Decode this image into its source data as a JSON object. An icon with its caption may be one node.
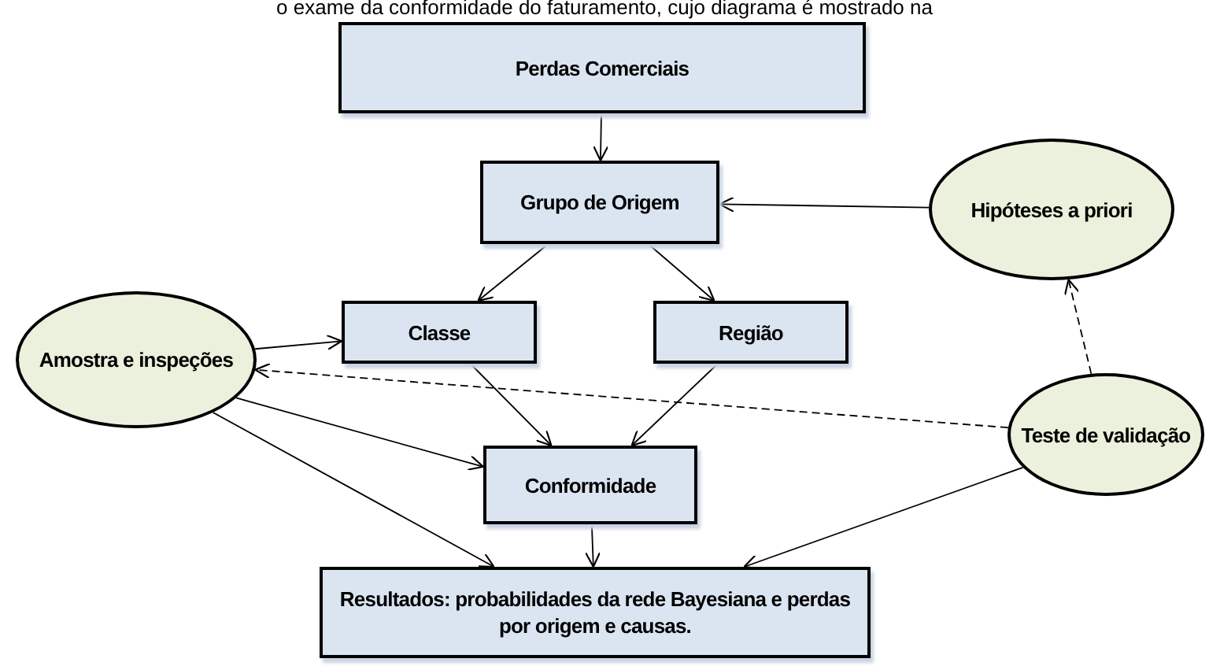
{
  "diagram": {
    "nodes": [
      {
        "text": [
          "Perdas Comerciais"
        ]
      },
      {
        "text": [
          "Grupo de Origem"
        ]
      },
      {
        "text": [
          "Hipóteses a priori"
        ]
      },
      {
        "text": [
          "Classe"
        ]
      },
      {
        "text": [
          "Região"
        ]
      },
      {
        "text": [
          "Amostra e inspeções"
        ]
      },
      {
        "text": [
          "Teste de validação"
        ]
      },
      {
        "text": [
          "Conformidade"
        ]
      },
      {
        "text": [
          "Resultados: probabilidades da rede Bayesiana e perdas por origem e causas."
        ]
      }
    ],
    "edges": [
      {
        "from": 0,
        "to": 1,
        "arrow": "to"
      },
      {
        "from": 2,
        "to": 1,
        "arrow": "to"
      },
      {
        "from": 1,
        "to": 3,
        "arrow": "to"
      },
      {
        "from": 1,
        "to": 4,
        "arrow": "to"
      },
      {
        "from": 5,
        "to": 3,
        "arrow": "to"
      },
      {
        "from": 3,
        "to": 7,
        "arrow": "to"
      },
      {
        "from": 4,
        "to": 7,
        "arrow": "to"
      },
      {
        "from": 5,
        "to": 7,
        "arrow": "to"
      },
      {
        "from": 6,
        "to": 5,
        "arrow": "to",
        "style": "dashed"
      },
      {
        "from": 6,
        "to": 2,
        "arrow": "to",
        "style": "dashed"
      },
      {
        "from": 5,
        "to": 8,
        "arrow": "to"
      },
      {
        "from": 7,
        "to": 8,
        "arrow": "to"
      },
      {
        "from": 6,
        "to": 8,
        "arrow": "to"
      }
    ],
    "labels": [
      "o exame da conformidade do faturamento, cujo diagrama é mostrado na"
    ]
  }
}
